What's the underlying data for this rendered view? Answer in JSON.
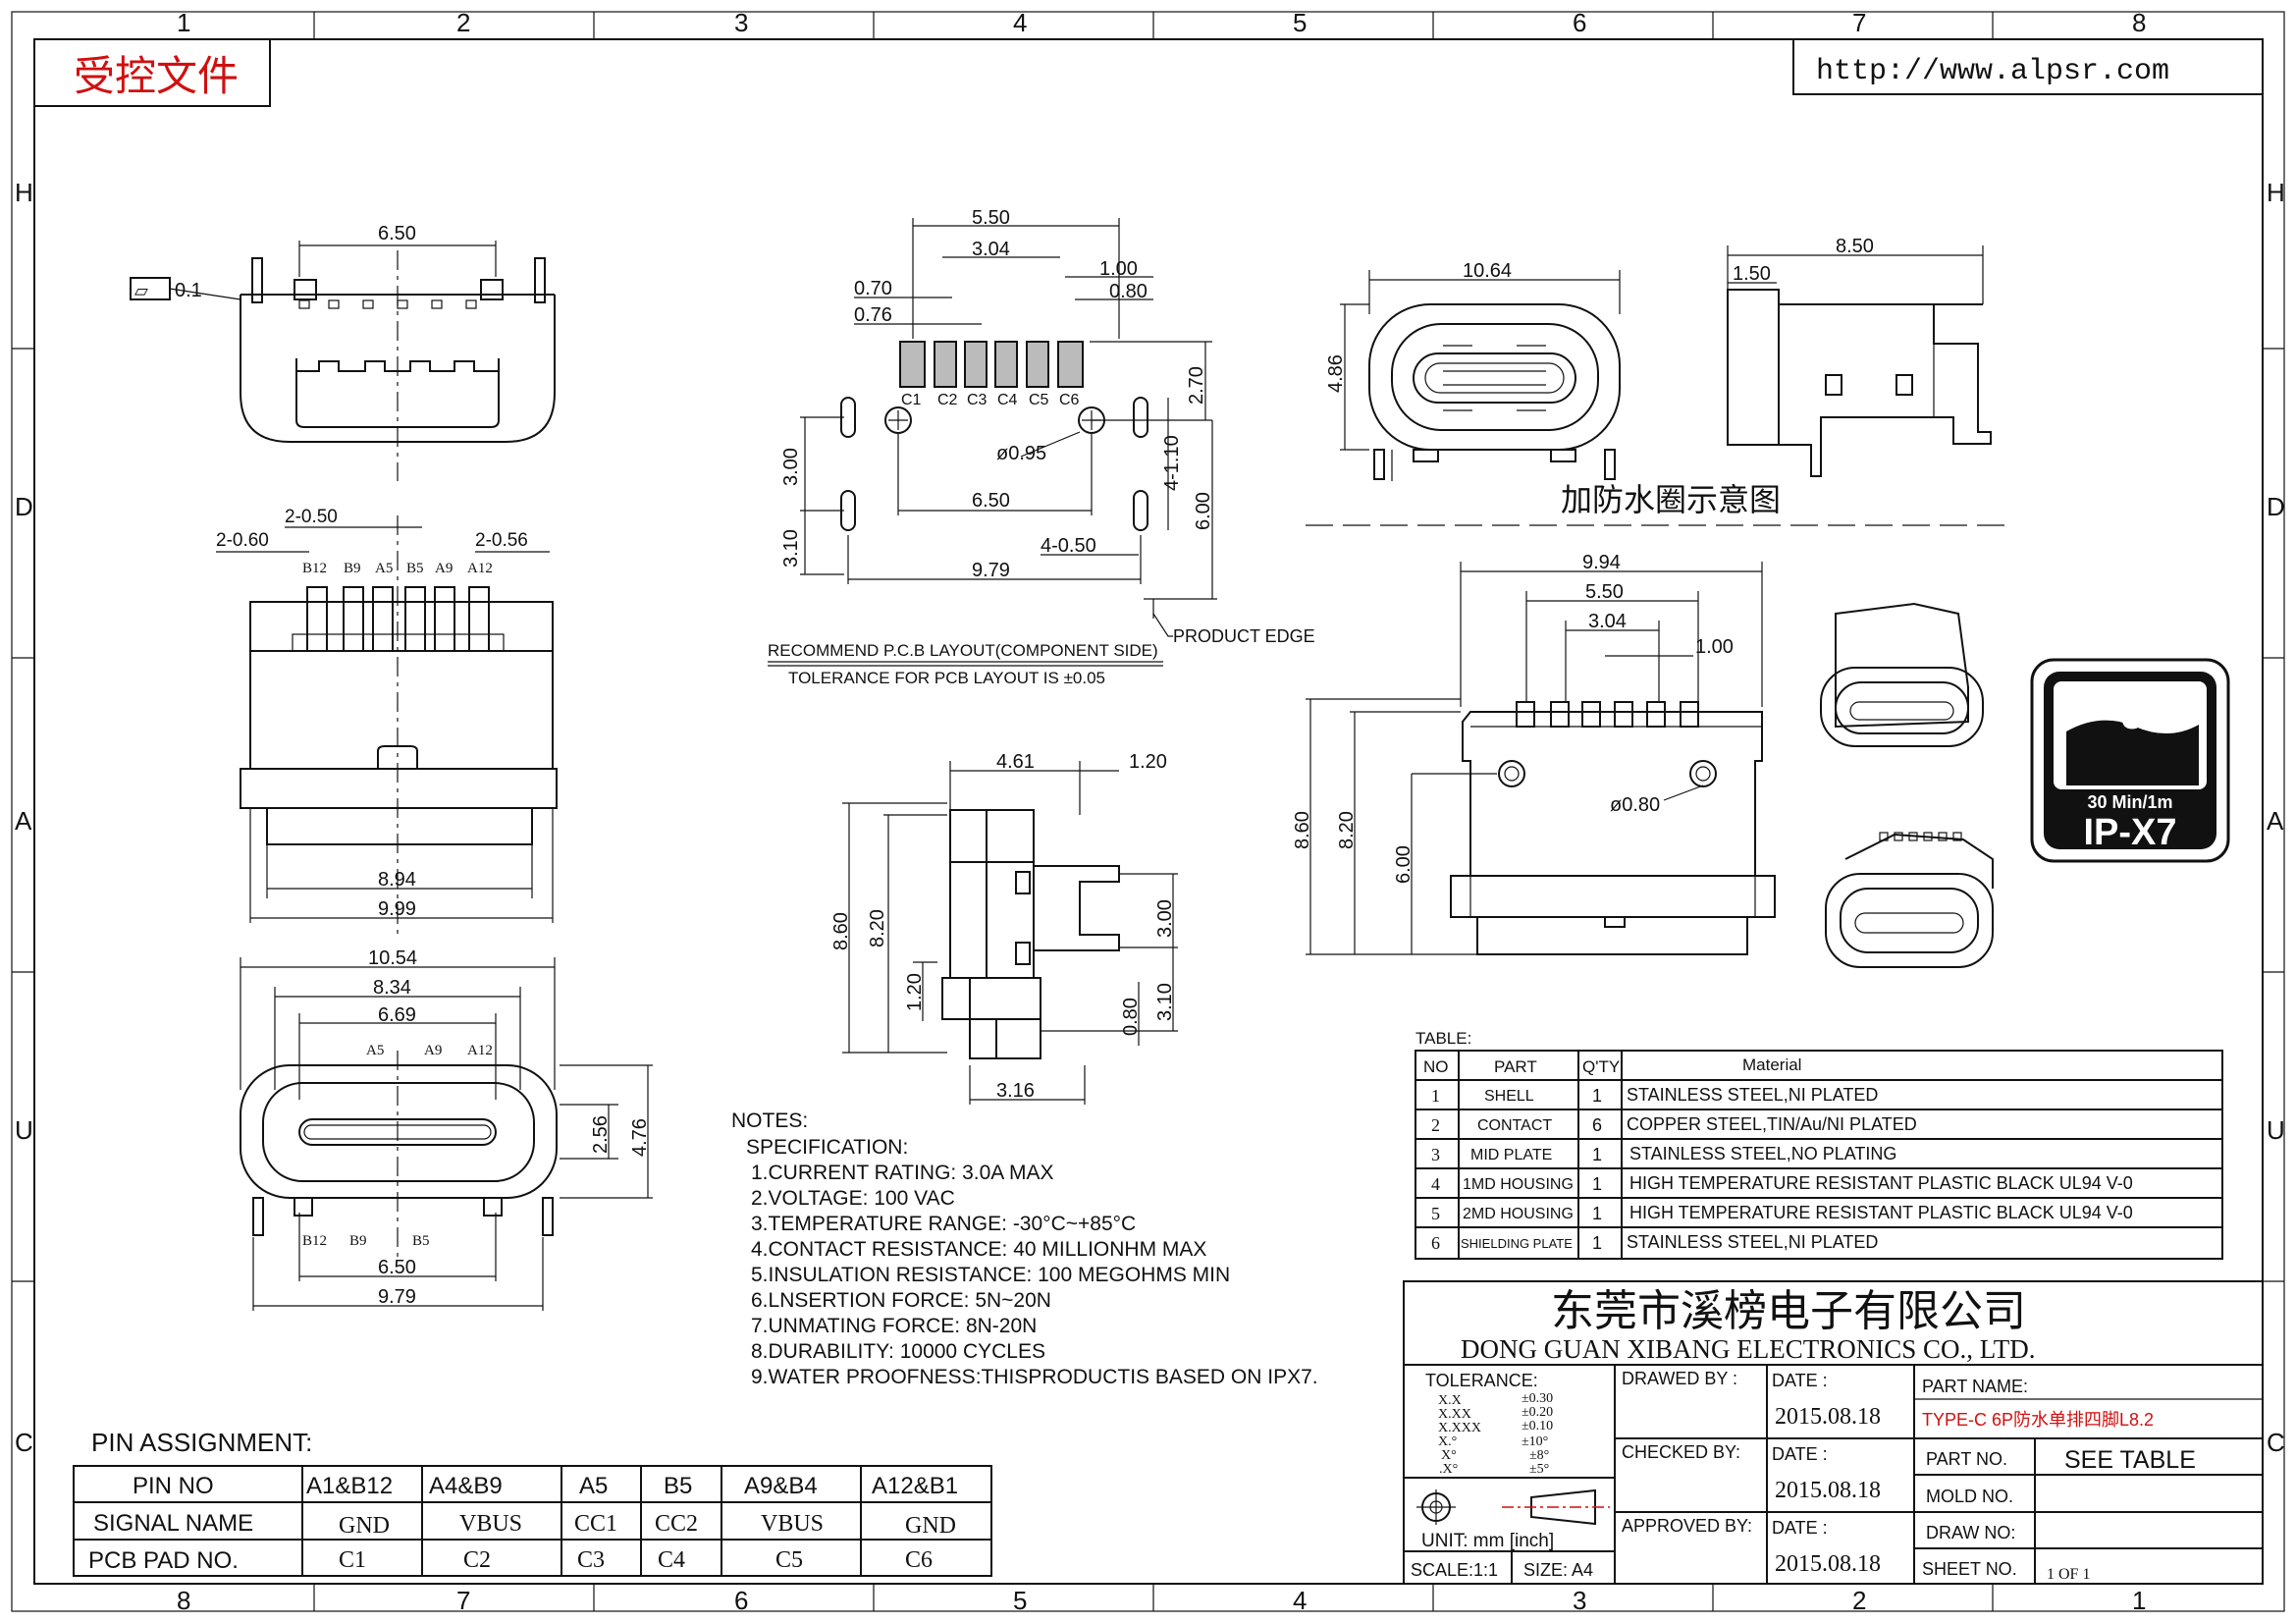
{
  "frame": {
    "cols_top": [
      "1",
      "2",
      "3",
      "4",
      "5",
      "6",
      "7",
      "8"
    ],
    "cols_bottom": [
      "8",
      "7",
      "6",
      "5",
      "4",
      "3",
      "2",
      "1"
    ],
    "rows_left": [
      "H",
      "D",
      "A",
      "U",
      "C"
    ],
    "rows_right": [
      "H",
      "D",
      "A",
      "U",
      "C"
    ]
  },
  "stamp": "受控文件",
  "url": "http://www.alpsr.com",
  "flatness": {
    "symbol": "▱",
    "value": "0.1"
  },
  "views": {
    "top_front": {
      "width": "6.50"
    },
    "pin_front": {
      "d1": "2-0.50",
      "d2": "2-0.60",
      "d3": "2-0.56",
      "pins": [
        "B12",
        "B9",
        "A5",
        "B5",
        "A9",
        "A12"
      ],
      "w1": "8.94",
      "w2": "9.99"
    },
    "bottom_front": {
      "w1": "10.54",
      "w2": "8.34",
      "w3": "6.69",
      "top_pins": [
        "A5",
        "A9",
        "A12"
      ],
      "bottom_pins": [
        "B12",
        "B9",
        "B5"
      ],
      "w4": "6.50",
      "w5": "9.79",
      "h1": "2.56",
      "h2": "4.76"
    },
    "pcb": {
      "d550": "5.50",
      "d304": "3.04",
      "d100": "1.00",
      "d080": "0.80",
      "d070": "0.70",
      "d076": "0.76",
      "d270": "2.70",
      "d300": "3.00",
      "d410": "4-1.10",
      "d600": "6.00",
      "d310": "3.10",
      "d650": "6.50",
      "d450": "4-0.50",
      "d979": "9.79",
      "hole": "ø0.95",
      "pads": [
        "C1",
        "C2",
        "C3",
        "C4",
        "C5",
        "C6"
      ],
      "title": "RECOMMEND  P.C.B  LAYOUT(COMPONENT  SIDE)",
      "tolerance": "TOLERANCE  FOR  PCB  LAYOUT  IS  ±0.05",
      "edge": "PRODUCT  EDGE"
    },
    "side": {
      "d461": "4.61",
      "d120": "1.20",
      "d860": "8.60",
      "d820": "8.20",
      "d120b": "1.20",
      "d300": "3.00",
      "d310": "3.10",
      "d080": "0.80",
      "d316": "3.16"
    },
    "seal_front": {
      "w": "10.64",
      "h": "4.86"
    },
    "seal_side": {
      "w": "8.50",
      "d": "1.50"
    },
    "seal_caption": "加防水圈示意图",
    "back": {
      "w1": "9.94",
      "w2": "5.50",
      "w3": "3.04",
      "w4": "1.00",
      "h1": "8.60",
      "h2": "8.20",
      "h3": "6.00",
      "hole": "ø0.80"
    }
  },
  "ip_badge": {
    "line1": "30 Min/1m",
    "line2": "IP-X7"
  },
  "notes": {
    "title": "NOTES:",
    "subtitle": "SPECIFICATION:",
    "items": [
      "1.CURRENT RATING: 3.0A MAX",
      "2.VOLTAGE: 100 VAC",
      "3.TEMPERATURE RANGE: -30°C~+85°C",
      "4.CONTACT RESISTANCE: 40 MILLIONHM MAX",
      "5.INSULATION RESISTANCE: 100 MEGOHMS MIN",
      "6.LNSERTION FORCE: 5N~20N",
      "7.UNMATING FORCE: 8N-20N",
      "8.DURABILITY: 10000 CYCLES",
      "9.WATER PROOFNESS:THISPRODUCTIS BASED ON IPX7."
    ]
  },
  "table": {
    "label": "TABLE:",
    "headers": [
      "NO",
      "PART",
      "Q'TY",
      "Material"
    ],
    "rows": [
      [
        "1",
        "SHELL",
        "1",
        "STAINLESS  STEEL,NI  PLATED"
      ],
      [
        "2",
        "CONTACT",
        "6",
        "COPPER  STEEL,TIN/Au/NI  PLATED"
      ],
      [
        "3",
        "MID PLATE",
        "1",
        "STAINLESS  STEEL,NO  PLATING"
      ],
      [
        "4",
        "1MD HOUSING",
        "1",
        "HIGH  TEMPERATURE  RESISTANT  PLASTIC  BLACK  UL94  V-0"
      ],
      [
        "5",
        "2MD HOUSING",
        "1",
        "HIGH  TEMPERATURE  RESISTANT  PLASTIC  BLACK  UL94  V-0"
      ],
      [
        "6",
        "SHIELDING PLATE",
        "1",
        "STAINLESS  STEEL,NI  PLATED"
      ]
    ]
  },
  "pin_assignment": {
    "title": "PIN  ASSIGNMENT:",
    "row_labels": [
      "PIN  NO",
      "SIGNAL  NAME",
      "PCB  PAD  NO."
    ],
    "columns": [
      {
        "pin": "A1&B12",
        "signal": "GND",
        "pad": "C1"
      },
      {
        "pin": "A4&B9",
        "signal": "VBUS",
        "pad": "C2"
      },
      {
        "pin": "A5",
        "signal": "CC1",
        "pad": "C3"
      },
      {
        "pin": "B5",
        "signal": "CC2",
        "pad": "C4"
      },
      {
        "pin": "A9&B4",
        "signal": "VBUS",
        "pad": "C5"
      },
      {
        "pin": "A12&B1",
        "signal": "GND",
        "pad": "C6"
      }
    ]
  },
  "title_block": {
    "company_cn": "东莞市溪榜电子有限公司",
    "company_en": "DONG  GUAN  XIBANG  ELECTRONICS  CO.,  LTD.",
    "tolerance_label": "TOLERANCE:",
    "tol_keys": [
      "X.X",
      "X.XX",
      "X.XXX",
      "X.°",
      "X°",
      ".X°"
    ],
    "tol_vals": [
      "±0.30",
      "±0.20",
      "±0.10",
      "±10°",
      "±8°",
      "±5°"
    ],
    "drawn_by": "DRAWED  BY :",
    "checked_by": "CHECKED  BY:",
    "approved_by": "APPROVED  BY:",
    "date_label": "DATE :",
    "dates": [
      "2015.08.18",
      "2015.08.18",
      "2015.08.18"
    ],
    "part_name_label": "PART  NAME:",
    "part_name": "TYPE-C  6P防水单排四脚L8.2",
    "part_no_label": "PART  NO.",
    "part_no": "SEE  TABLE",
    "mold_no_label": "MOLD  NO.",
    "draw_no_label": "DRAW  NO:",
    "sheet_no_label": "SHEET  NO.",
    "sheet": "1  OF  1",
    "unit": "UNIT:  mm  [inch]",
    "scale": "SCALE:1:1",
    "size": "SIZE:  A4"
  }
}
